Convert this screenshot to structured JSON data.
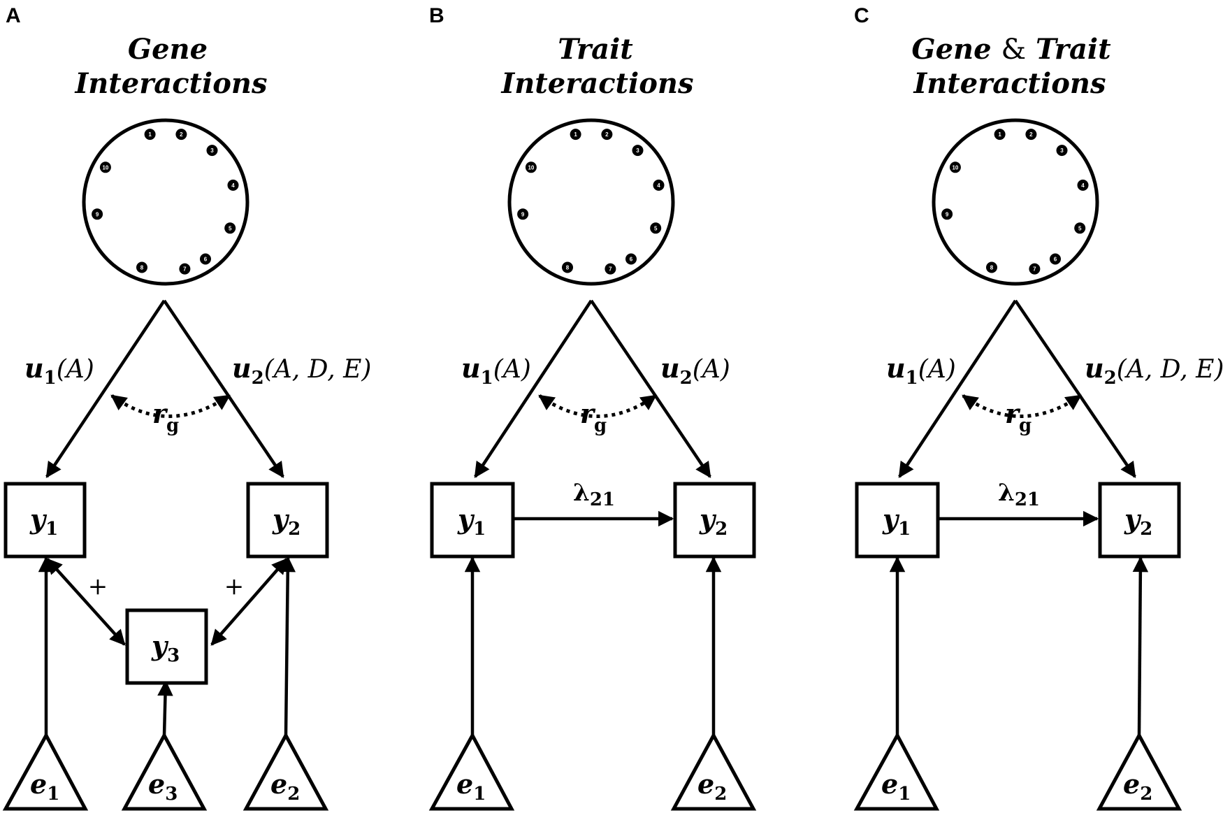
{
  "panels": [
    {
      "letter": "A",
      "title_lines": [
        "Gene",
        "Interactions"
      ],
      "genotype_nodes": [
        "1",
        "2",
        "3",
        "4",
        "5",
        "6",
        "7",
        "8",
        "9",
        "10"
      ],
      "u1": {
        "base": "u",
        "sub": "1",
        "arg": "(A)"
      },
      "u2": {
        "base": "u",
        "sub": "2",
        "arg": "(A, D, E)"
      },
      "rg": {
        "base": "r",
        "sub": "g"
      },
      "y1": {
        "base": "y",
        "sub": "1"
      },
      "y2": {
        "base": "y",
        "sub": "2"
      },
      "y3": {
        "base": "y",
        "sub": "3"
      },
      "plus_left": "+",
      "plus_right": "+",
      "e1": {
        "base": "e",
        "sub": "1"
      },
      "e3": {
        "base": "e",
        "sub": "3"
      },
      "e2": {
        "base": "e",
        "sub": "2"
      }
    },
    {
      "letter": "B",
      "title_lines": [
        "Trait",
        "Interactions"
      ],
      "genotype_nodes": [
        "1",
        "2",
        "3",
        "4",
        "5",
        "6",
        "7",
        "8",
        "9",
        "10"
      ],
      "u1": {
        "base": "u",
        "sub": "1",
        "arg": "(A)"
      },
      "u2": {
        "base": "u",
        "sub": "2",
        "arg": "(A)"
      },
      "rg": {
        "base": "r",
        "sub": "g"
      },
      "lambda": {
        "base": "λ",
        "sub": "21"
      },
      "y1": {
        "base": "y",
        "sub": "1"
      },
      "y2": {
        "base": "y",
        "sub": "2"
      },
      "e1": {
        "base": "e",
        "sub": "1"
      },
      "e2": {
        "base": "e",
        "sub": "2"
      }
    },
    {
      "letter": "C",
      "title_line1": {
        "left": "Gene",
        "amp": "&",
        "right": "Trait"
      },
      "title_line2": "Interactions",
      "genotype_nodes": [
        "1",
        "2",
        "3",
        "4",
        "5",
        "6",
        "7",
        "8",
        "9",
        "10"
      ],
      "u1": {
        "base": "u",
        "sub": "1",
        "arg": "(A)"
      },
      "u2": {
        "base": "u",
        "sub": "2",
        "arg": "(A, D, E)"
      },
      "rg": {
        "base": "r",
        "sub": "g"
      },
      "lambda": {
        "base": "λ",
        "sub": "21"
      },
      "y1": {
        "base": "y",
        "sub": "1"
      },
      "y2": {
        "base": "y",
        "sub": "2"
      },
      "e1": {
        "base": "e",
        "sub": "1"
      },
      "e2": {
        "base": "e",
        "sub": "2"
      }
    }
  ]
}
